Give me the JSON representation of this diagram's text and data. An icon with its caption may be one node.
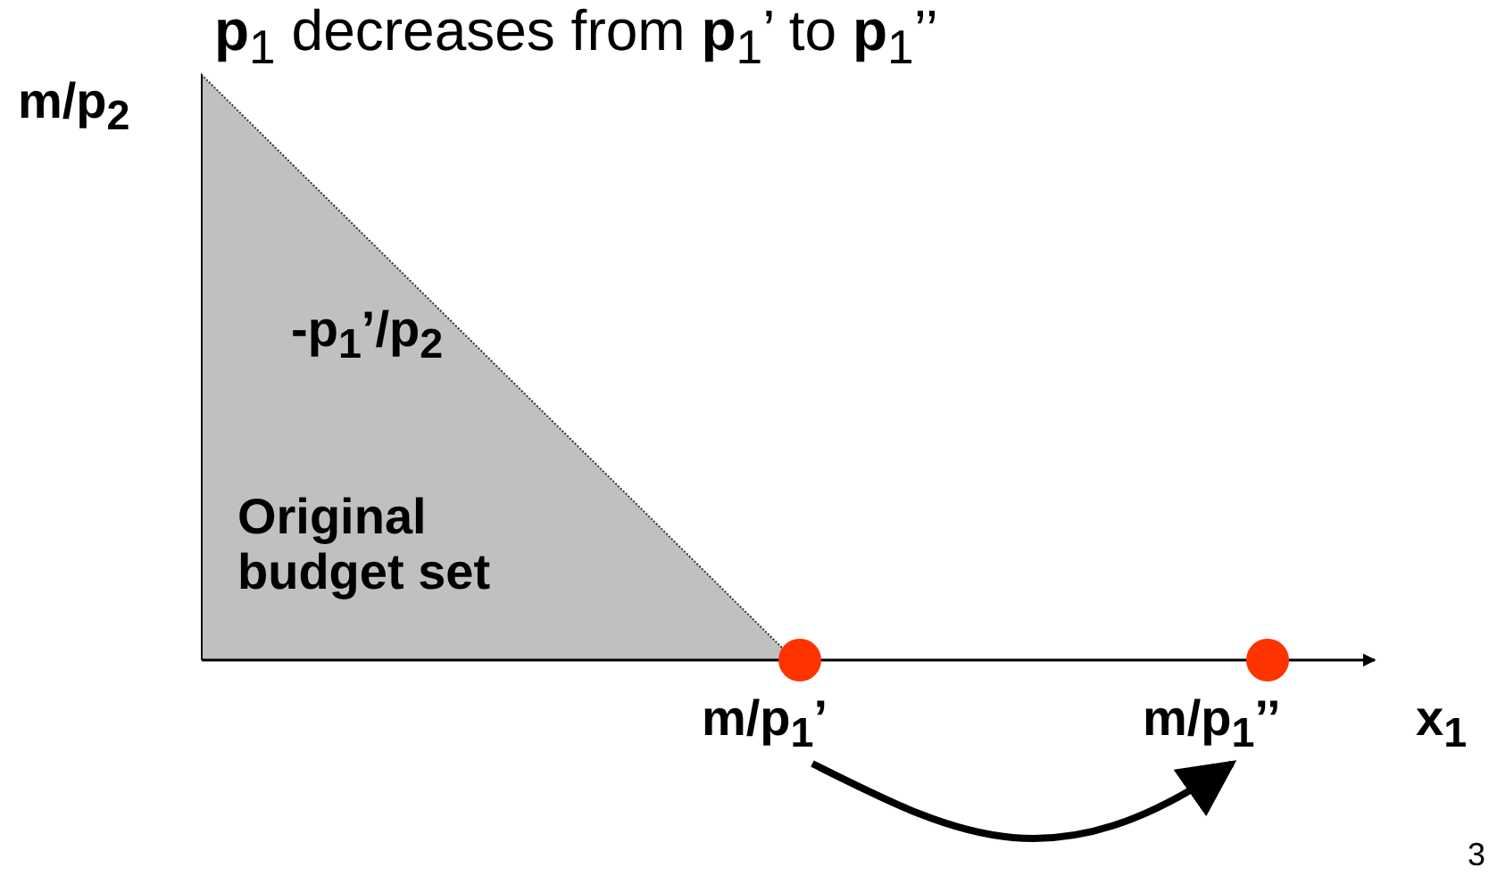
{
  "diagram": {
    "title": "**p**$_{1}$ decreases from **p**$_{1}$’ to **p**$_{1}$’’",
    "nodes": [
      {
        "text": [
          "m/p$_{1}$’"
        ]
      },
      {
        "text": [
          "m/p$_{1}$’’"
        ]
      }
    ],
    "edges": [
      {
        "from": 0,
        "to": 1,
        "arrow": "to"
      }
    ],
    "labels": [
      "m/p$_{2}$",
      "-p$_{1}$’/p$_{2}$",
      "Original budget set",
      "x$_{1}$",
      "3"
    ]
  }
}
